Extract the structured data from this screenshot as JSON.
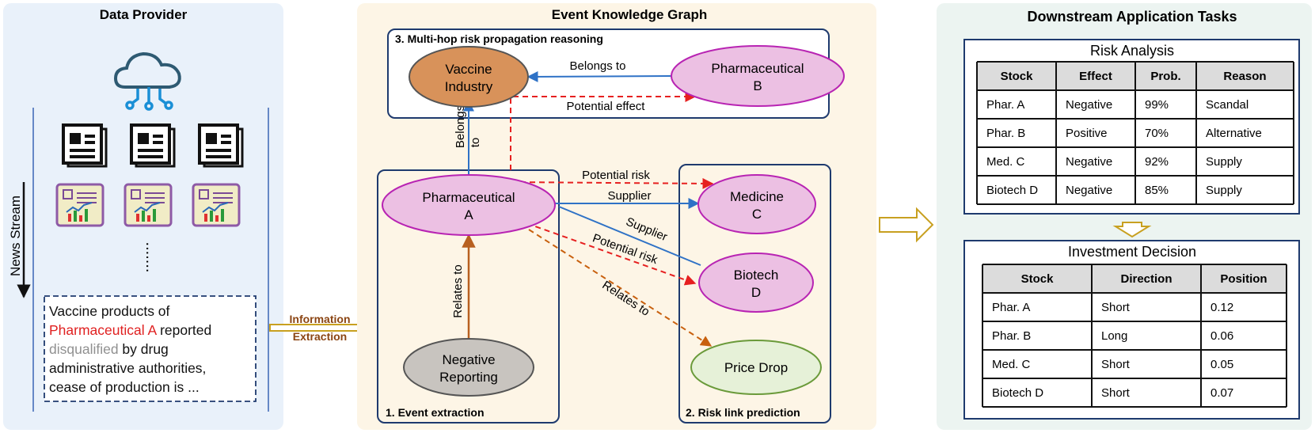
{
  "colors": {
    "panel_left": "#e9f1fa",
    "panel_mid": "#fdf5e6",
    "panel_right": "#ecf4f1",
    "node_pink": "#ecc0e3",
    "node_pink_stroke": "#b824b3",
    "node_orange": "#d8925a",
    "node_gray": "#c8c4bf",
    "node_green": "#e6f1d8",
    "node_green_stroke": "#6a9a3a",
    "solid_blue": "#2f72c6",
    "dashed_red": "#e62020",
    "brown": "#b86020",
    "dashed_orange": "#c8600e",
    "highlight_red": "#e02020",
    "muted_gray": "#909090",
    "info_brown": "#8b4513",
    "info_arrow": "#c8a020"
  },
  "data_provider": {
    "title": "Data Provider",
    "stream_label": "News Stream",
    "ellipsis": ".......",
    "icons": [
      "cloud-network-icon",
      "newspaper-icon",
      "report-chart-icon"
    ],
    "news_lines": [
      [
        {
          "text": "Vaccine products of",
          "style": "normal"
        }
      ],
      [
        {
          "text": "Pharmaceutical A",
          "style": "red"
        },
        {
          "text": " reported",
          "style": "normal"
        }
      ],
      [
        {
          "text": "disqualified",
          "style": "gray"
        },
        {
          "text": " by drug",
          "style": "normal"
        }
      ],
      [
        {
          "text": "administrative authorities,",
          "style": "normal"
        }
      ],
      [
        {
          "text": "cease of production is ...",
          "style": "normal"
        }
      ]
    ]
  },
  "info_extraction": {
    "line1": "Information",
    "line2": "Extraction"
  },
  "ekg": {
    "title": "Event Knowledge Graph",
    "box_reasoning": "3. Multi-hop risk propagation reasoning",
    "box_extraction": "1. Event extraction",
    "box_prediction": "2. Risk link prediction",
    "nodes": {
      "vaccine": [
        "Vaccine",
        "Industry"
      ],
      "pharma_b": [
        "Pharmaceutical",
        "B"
      ],
      "pharma_a": [
        "Pharmaceutical",
        "A"
      ],
      "medicine_c": [
        "Medicine",
        "C"
      ],
      "biotech_d": [
        "Biotech",
        "D"
      ],
      "negative": [
        "Negative",
        "Reporting"
      ],
      "price_drop": [
        "Price Drop"
      ]
    },
    "edges": {
      "belongs_to_b": "Belongs to",
      "potential_effect": "Potential effect",
      "belongs_to_a": [
        "Belongs",
        "to"
      ],
      "potential_risk_c": "Potential risk",
      "supplier_c": "Supplier",
      "supplier_d": "Supplier",
      "potential_risk_d": "Potential risk",
      "relates_to_price": "Relates to",
      "relates_to_neg": "Relates to"
    }
  },
  "downstream": {
    "title": "Downstream Application Tasks",
    "risk_analysis": {
      "title": "Risk Analysis",
      "headers": [
        "Stock",
        "Effect",
        "Prob.",
        "Reason"
      ],
      "rows": [
        [
          "Phar. A",
          "Negative",
          "99%",
          "Scandal"
        ],
        [
          "Phar. B",
          "Positive",
          "70%",
          "Alternative"
        ],
        [
          "Med. C",
          "Negative",
          "92%",
          "Supply"
        ],
        [
          "Biotech D",
          "Negative",
          "85%",
          "Supply"
        ]
      ]
    },
    "investment": {
      "title": "Investment Decision",
      "headers": [
        "Stock",
        "Direction",
        "Position"
      ],
      "rows": [
        [
          "Phar. A",
          "Short",
          "0.12"
        ],
        [
          "Phar. B",
          "Long",
          "0.06"
        ],
        [
          "Med. C",
          "Short",
          "0.05"
        ],
        [
          "Biotech D",
          "Short",
          "0.07"
        ]
      ]
    }
  }
}
